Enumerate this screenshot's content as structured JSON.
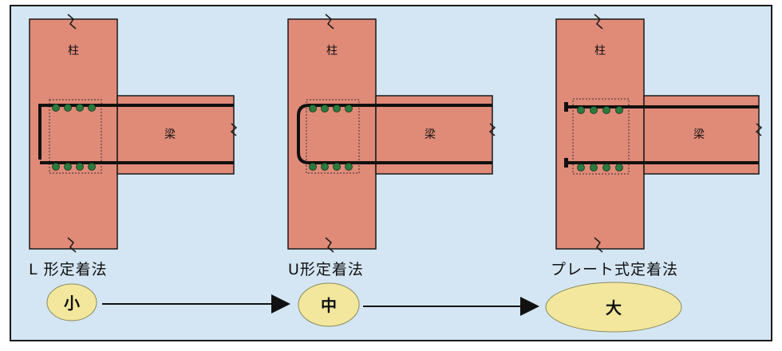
{
  "diagrams": [
    {
      "method_label": "L 形定着法",
      "column_label": "柱",
      "beam_label": "梁",
      "size_label": "小"
    },
    {
      "method_label": "U形定着法",
      "column_label": "柱",
      "beam_label": "梁",
      "size_label": "中"
    },
    {
      "method_label": "プレート式定着法",
      "column_label": "柱",
      "beam_label": "梁",
      "size_label": "大"
    }
  ],
  "colors": {
    "background": "#d4e6f3",
    "frame_border": "#1a1a1a",
    "member_fill": "#e08a78",
    "member_outline": "#1a1a1a",
    "rebar": "#111111",
    "rebar_dot": "#2b7a3f",
    "ellipse_fill": "#f2e79c",
    "ellipse_stroke": "#8a8a60",
    "arrow": "#111111"
  }
}
